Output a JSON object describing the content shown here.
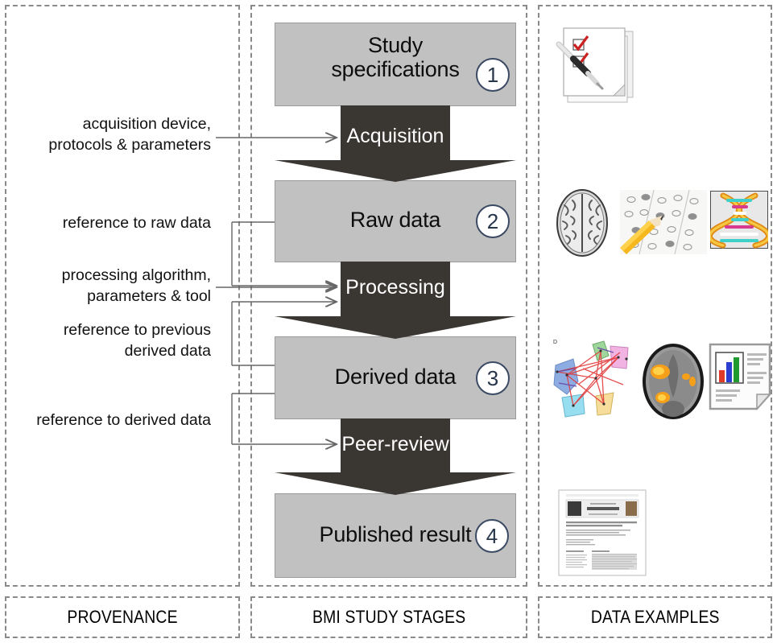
{
  "columns": {
    "provenance": {
      "legend": "PROVENANCE"
    },
    "stages": {
      "legend": "BMI STUDY STAGES"
    },
    "examples": {
      "legend": "DATA EXAMPLES"
    }
  },
  "stages": [
    {
      "label": "Study\nspecifications",
      "badge": "1",
      "kind": "box"
    },
    {
      "label": "Acquisition",
      "kind": "arrow"
    },
    {
      "label": "Raw data",
      "badge": "2",
      "kind": "box"
    },
    {
      "label": "Processing",
      "kind": "arrow"
    },
    {
      "label": "Derived data",
      "badge": "3",
      "kind": "box"
    },
    {
      "label": "Peer-review",
      "kind": "arrow"
    },
    {
      "label": "Published result",
      "badge": "4",
      "kind": "box"
    }
  ],
  "stage_labels": {
    "study_line1": "Study",
    "study_line2": "specifications",
    "acquisition": "Acquisition",
    "raw_data": "Raw data",
    "processing": "Processing",
    "derived_data": "Derived data",
    "peer_review": "Peer-review",
    "published_result": "Published result"
  },
  "badges": {
    "one": "1",
    "two": "2",
    "three": "3",
    "four": "4"
  },
  "provenance_notes": [
    {
      "id": "acquisition-note",
      "line1": "acquisition device,",
      "line2": "protocols & parameters",
      "target": "Acquisition"
    },
    {
      "id": "raw-data-note",
      "line1": "reference to raw data",
      "line2": "",
      "target": "Processing"
    },
    {
      "id": "processing-note",
      "line1": "processing algorithm,",
      "line2": "parameters & tool",
      "target": "Processing"
    },
    {
      "id": "previous-derived-note",
      "line1": "reference to previous",
      "line2": "derived data",
      "target": "Processing"
    },
    {
      "id": "derived-data-note",
      "line1": "reference to derived data",
      "line2": "",
      "target": "Peer-review"
    }
  ],
  "data_examples": [
    {
      "row": "study-specifications",
      "items": [
        "checklist-with-pen"
      ]
    },
    {
      "row": "raw-data",
      "items": [
        "brain-mri-axial",
        "pencil-answer-sheet",
        "dna-double-helix"
      ]
    },
    {
      "row": "derived-data",
      "items": [
        "connectivity-network-graph",
        "fmri-activation-brain",
        "report-with-bar-chart"
      ]
    },
    {
      "row": "published-result",
      "items": [
        "journal-article-page"
      ]
    }
  ],
  "colors": {
    "stage_box_fill": "#c1c1c1",
    "stage_box_stroke": "#9a9a9a",
    "arrow_fill": "#3a3632",
    "badge_stroke": "#3a4a63",
    "panel_dash": "#8a8a8a",
    "connector": "#666666",
    "text": "#111111",
    "arrow_text": "#ffffff"
  }
}
